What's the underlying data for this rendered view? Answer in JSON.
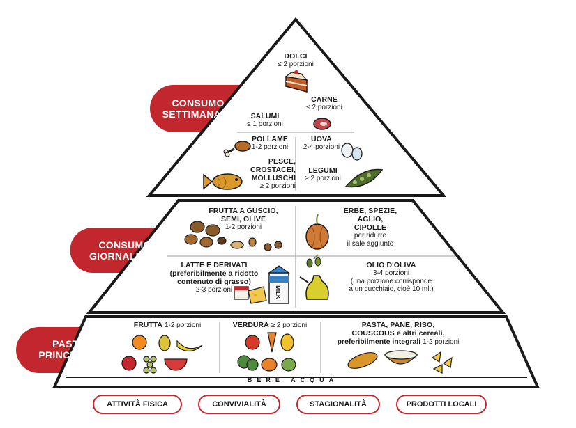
{
  "colors": {
    "red": "#c1272d",
    "outline": "#1a1a1a"
  },
  "tags": {
    "settimanale": [
      "CONSUMO",
      "SETTIMANALE"
    ],
    "giornaliero": [
      "CONSUMO",
      "GIORNALIERO"
    ],
    "pasti": [
      "PASTI",
      "PRINCIPALI"
    ]
  },
  "weekly": {
    "dolci": {
      "title": "DOLCI",
      "portion": "≤ 2 porzioni",
      "icon": "cake-icon"
    },
    "carne": {
      "title": "CARNE",
      "portion": "≤ 2 porzioni",
      "icon": "steak-icon"
    },
    "salumi": {
      "title": "SALUMI",
      "portion": "≤ 1 porzioni"
    },
    "pollame": {
      "title": "POLLAME",
      "portion": "1-2 porzioni",
      "icon": "drumstick-icon"
    },
    "uova": {
      "title": "UOVA",
      "portion": "2-4 porzioni",
      "icon": "eggs-icon"
    },
    "pesce": {
      "title": [
        "PESCE,",
        "CROSTACEI,",
        "MOLLUSCHI"
      ],
      "portion": "≥ 2 porzioni",
      "icon": "fish-icon"
    },
    "legumi": {
      "title": "LEGUMI",
      "portion": "≥ 2 porzioni",
      "icon": "pea-pod-icon"
    }
  },
  "daily": {
    "frutta_guscio": {
      "title": [
        "FRUTTA A GUSCIO,",
        "SEMI, OLIVE"
      ],
      "portion": "1-2 porzioni",
      "icon": "nuts-icon"
    },
    "erbe": {
      "title": [
        "ERBE, SPEZIE,",
        "AGLIO,",
        "CIPOLLE"
      ],
      "note": [
        "per ridurre",
        "il sale aggiunto"
      ],
      "icon": "onion-icon"
    },
    "latte": {
      "title": "LATTE E DERIVATI",
      "subtitle": [
        "(preferibilmente a ridotto",
        "contenuto di grasso)"
      ],
      "portion": "2-3 porzioni",
      "icon": "dairy-icon",
      "milk_label": "MILK"
    },
    "olio": {
      "title": "OLIO D'OLIVA",
      "portion": "3-4 porzioni",
      "note": [
        "(una porzione corrisponde",
        "a un cucchiaio, cioè 10 ml.)"
      ],
      "icon": "olive-oil-icon"
    }
  },
  "meals": {
    "frutta": {
      "title": "FRUTTA",
      "portion": "1-2 porzioni",
      "icon": "fruits-icon"
    },
    "verdura": {
      "title": "VERDURA",
      "portion": "≥ 2 porzioni",
      "icon": "vegetables-icon"
    },
    "pasta": {
      "title": [
        "PASTA, PANE, RISO,",
        "COUSCOUS e altri cereali,",
        "preferibilmente integrali"
      ],
      "portion": "1-2 porzioni",
      "icon": "grains-icon"
    }
  },
  "water": "BERE ACQUA",
  "lifestyle": [
    "ATTIVITÀ FISICA",
    "CONVIVIALITÀ",
    "STAGIONALITÀ",
    "PRODOTTI LOCALI"
  ]
}
